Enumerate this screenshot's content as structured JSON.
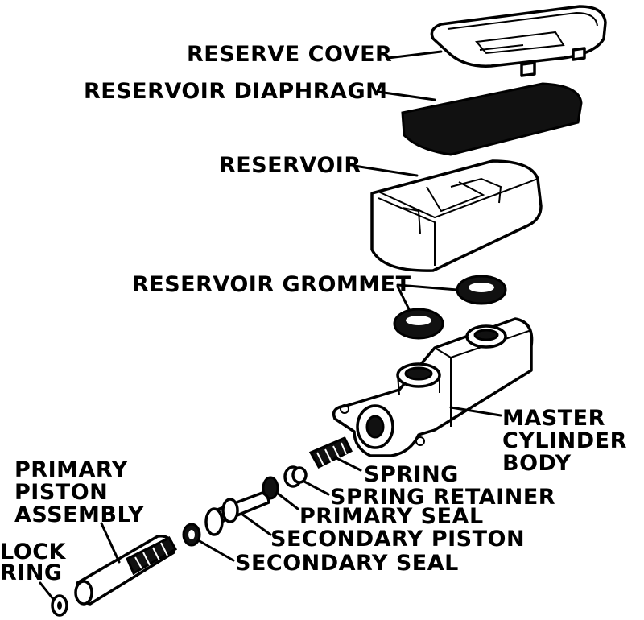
{
  "labels": {
    "reserve_cover": "RESERVE COVER",
    "reservoir_diaphragm": "RESERVOIR DIAPHRAGM",
    "reservoir": "RESERVOIR",
    "reservoir_grommet": "RESERVOIR GROMMET",
    "master_cylinder_body": [
      "MASTER",
      "CYLINDER",
      "BODY"
    ],
    "primary_piston_assembly": [
      "PRIMARY",
      "PISTON",
      "ASSEMBLY"
    ],
    "spring": "SPRING",
    "spring_retainer": "SPRING RETAINER",
    "primary_seal": "PRIMARY SEAL",
    "secondary_piston": "SECONDARY PISTON",
    "secondary_seal": "SECONDARY SEAL",
    "lock_ring": [
      "LOCK",
      "RING"
    ]
  }
}
